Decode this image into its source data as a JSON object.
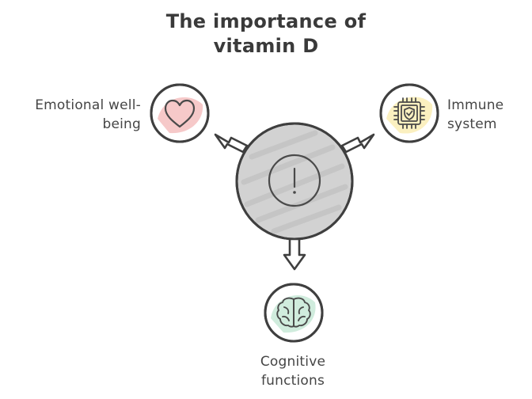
{
  "title": {
    "line1": "The importance of",
    "line2": "vitamin D"
  },
  "center": {
    "icon": "exclamation-icon",
    "fill_color": "#d0d0d0",
    "stroke_color": "#3f3f3f"
  },
  "branches": {
    "left": {
      "label_line1": "Emotional well-",
      "label_line2": "being",
      "icon": "heart-icon",
      "accent_color": "#f7c5c5"
    },
    "right": {
      "label_line1": "Immune",
      "label_line2": "system",
      "icon": "chip-shield-icon",
      "accent_color": "#fbf0c0"
    },
    "bottom": {
      "label_line1": "Cognitive",
      "label_line2": "functions",
      "icon": "brain-icon",
      "accent_color": "#cdebdc"
    }
  }
}
